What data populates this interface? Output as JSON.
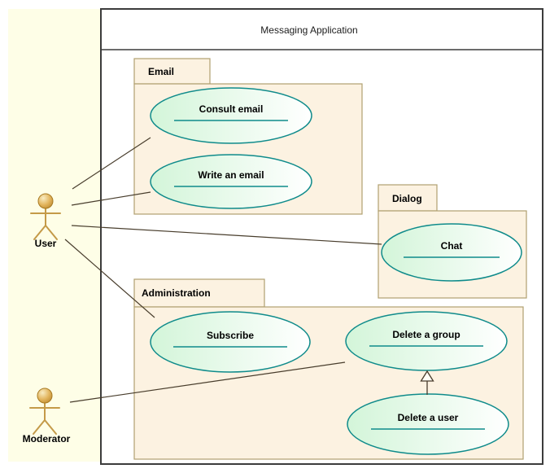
{
  "title": "Messaging Application",
  "actors": [
    {
      "label": "User"
    },
    {
      "label": "Moderator"
    }
  ],
  "packages": [
    {
      "label": "Email"
    },
    {
      "label": "Dialog"
    },
    {
      "label": "Administration"
    }
  ],
  "use_cases": [
    {
      "label": "Consult email",
      "package": "Email"
    },
    {
      "label": "Write an email",
      "package": "Email"
    },
    {
      "label": "Chat",
      "package": "Dialog"
    },
    {
      "label": "Subscribe",
      "package": "Administration"
    },
    {
      "label": "Delete a group",
      "package": "Administration"
    },
    {
      "label": "Delete a user",
      "package": "Administration"
    }
  ],
  "relations": [
    {
      "type": "association",
      "from": "User",
      "to": "Consult email"
    },
    {
      "type": "association",
      "from": "User",
      "to": "Write an email"
    },
    {
      "type": "association",
      "from": "User",
      "to": "Chat"
    },
    {
      "type": "association",
      "from": "User",
      "to": "Subscribe"
    },
    {
      "type": "association",
      "from": "Moderator",
      "to": "Delete a group"
    },
    {
      "type": "generalization",
      "from": "Delete a user",
      "to": "Delete a group"
    }
  ],
  "colors": {
    "canvas_strip": "#fefee7",
    "boundary_border": "#3c3c3c",
    "package_fill": "#fcf2e1",
    "package_border": "#b0a070",
    "usecase_border": "#0f8b8b",
    "usecase_fill_left": "#d3f5d9",
    "usecase_fill_right": "#ffffff",
    "association_line": "#483d2c",
    "actor_gold": "#c49a48"
  }
}
